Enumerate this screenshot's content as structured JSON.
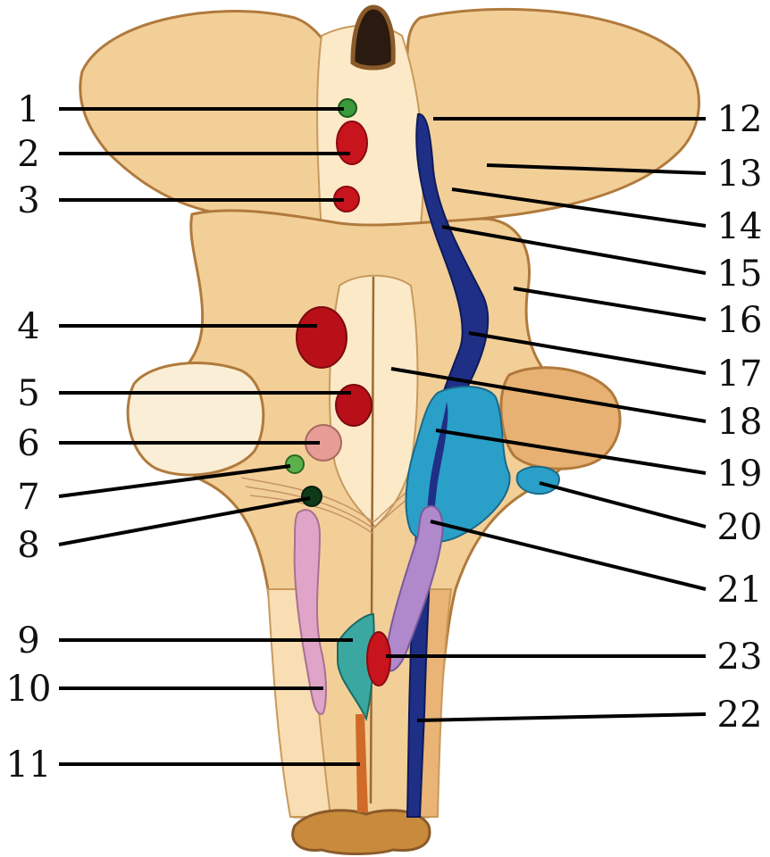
{
  "diagram": {
    "labels_left": [
      {
        "id": "1",
        "text": "1"
      },
      {
        "id": "2",
        "text": "2"
      },
      {
        "id": "3",
        "text": "3"
      },
      {
        "id": "4",
        "text": "4"
      },
      {
        "id": "5",
        "text": "5"
      },
      {
        "id": "6",
        "text": "6"
      },
      {
        "id": "7",
        "text": "7"
      },
      {
        "id": "8",
        "text": "8"
      },
      {
        "id": "9",
        "text": "9"
      },
      {
        "id": "10",
        "text": "10"
      },
      {
        "id": "11",
        "text": "11"
      }
    ],
    "labels_right": [
      {
        "id": "12",
        "text": "12"
      },
      {
        "id": "13",
        "text": "13"
      },
      {
        "id": "14",
        "text": "14"
      },
      {
        "id": "15",
        "text": "15"
      },
      {
        "id": "16",
        "text": "16"
      },
      {
        "id": "17",
        "text": "17"
      },
      {
        "id": "18",
        "text": "18"
      },
      {
        "id": "19",
        "text": "19"
      },
      {
        "id": "20",
        "text": "20"
      },
      {
        "id": "21",
        "text": "21"
      },
      {
        "id": "23",
        "text": "23"
      },
      {
        "id": "22",
        "text": "22"
      }
    ],
    "colors": {
      "tissue": "#f3cf98",
      "tissue_light": "#fbe9c8",
      "tissue_dark": "#d9a05b",
      "outline": "#b07a3c",
      "nucleus_red": "#c8141c",
      "nucleus_pink": "#e89c96",
      "nucleus_green": "#3a9a3a",
      "nucleus_darkgreen": "#0f3a18",
      "tract_navy": "#1f2f86",
      "area_blue": "#2aa0c8",
      "area_teal": "#3aa8a0",
      "tract_lilac": "#b088cc",
      "tract_rose": "#e0a4c8",
      "tract_orange": "#d06a28"
    }
  }
}
